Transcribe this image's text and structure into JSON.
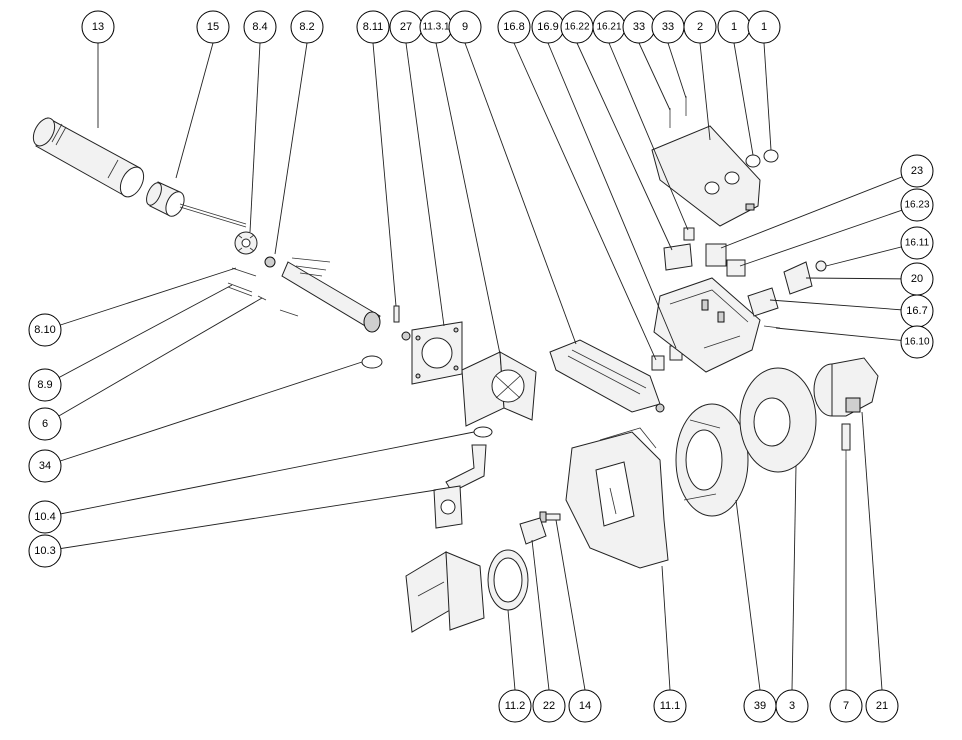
{
  "diagram": {
    "title": "Burner exploded parts view",
    "callouts": [
      {
        "key": "c13",
        "label": "13"
      },
      {
        "key": "c15",
        "label": "15"
      },
      {
        "key": "c8_4",
        "label": "8.4"
      },
      {
        "key": "c8_2",
        "label": "8.2"
      },
      {
        "key": "c8_11",
        "label": "8.11"
      },
      {
        "key": "c27",
        "label": "27"
      },
      {
        "key": "c11_3_1",
        "label": "11.3.1"
      },
      {
        "key": "c9",
        "label": "9"
      },
      {
        "key": "c16_8",
        "label": "16.8"
      },
      {
        "key": "c16_9",
        "label": "16.9"
      },
      {
        "key": "c16_22",
        "label": "16.22"
      },
      {
        "key": "c16_21",
        "label": "16.21"
      },
      {
        "key": "c33a",
        "label": "33"
      },
      {
        "key": "c33b",
        "label": "33"
      },
      {
        "key": "c2",
        "label": "2"
      },
      {
        "key": "c1a",
        "label": "1"
      },
      {
        "key": "c1b",
        "label": "1"
      },
      {
        "key": "c23",
        "label": "23"
      },
      {
        "key": "c16_23",
        "label": "16.23"
      },
      {
        "key": "c16_11",
        "label": "16.11"
      },
      {
        "key": "c20",
        "label": "20"
      },
      {
        "key": "c16_7",
        "label": "16.7"
      },
      {
        "key": "c16_10",
        "label": "16.10"
      },
      {
        "key": "c8_10",
        "label": "8.10"
      },
      {
        "key": "c8_9",
        "label": "8.9"
      },
      {
        "key": "c6",
        "label": "6"
      },
      {
        "key": "c34",
        "label": "34"
      },
      {
        "key": "c10_4",
        "label": "10.4"
      },
      {
        "key": "c10_3",
        "label": "10.3"
      },
      {
        "key": "c11_2",
        "label": "11.2"
      },
      {
        "key": "c22",
        "label": "22"
      },
      {
        "key": "c14",
        "label": "14"
      },
      {
        "key": "c11_1",
        "label": "11.1"
      },
      {
        "key": "c39",
        "label": "39"
      },
      {
        "key": "c3",
        "label": "3"
      },
      {
        "key": "c7",
        "label": "7"
      },
      {
        "key": "c21",
        "label": "21"
      }
    ]
  }
}
